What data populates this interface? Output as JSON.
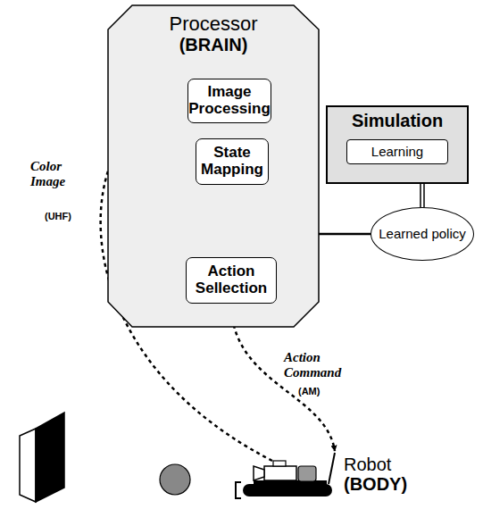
{
  "diagram": {
    "nodes": [
      {
        "text": [
          "Processor",
          "(BRAIN)"
        ]
      },
      {
        "text": [
          "Image Processing"
        ],
        "in": 0
      },
      {
        "text": [
          "State Mapping"
        ],
        "in": 0
      },
      {
        "text": [
          "Action Sellection"
        ],
        "in": 0
      },
      {
        "text": [
          "Simulation"
        ]
      },
      {
        "text": [
          "Learning"
        ],
        "in": 4
      },
      {
        "text": [
          "Learned policy"
        ]
      },
      {
        "text": [
          "Robot",
          "(BODY)"
        ]
      }
    ],
    "edges": [
      {
        "from": 1,
        "to": 2,
        "arrow": "to"
      },
      {
        "from": 2,
        "to": 3,
        "arrow": "to"
      },
      {
        "from": 5,
        "to": 6,
        "arrow": "none"
      },
      {
        "from": 6,
        "to": 3,
        "arrow": "to"
      },
      {
        "from": 7,
        "to": 1,
        "label": "Color Image",
        "arrow": "to"
      },
      {
        "from": 3,
        "to": 7,
        "label": "Action Command",
        "arrow": "to"
      }
    ],
    "labels": [
      "(UHF)",
      "(AM)"
    ]
  }
}
